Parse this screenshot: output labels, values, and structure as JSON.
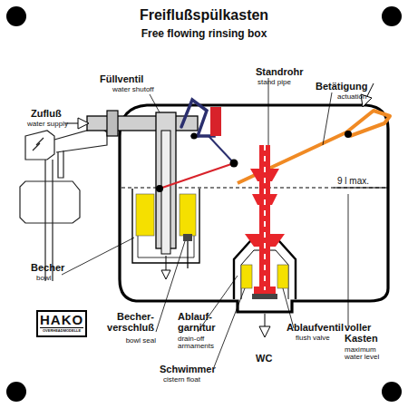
{
  "diagram": {
    "title": "Freiflußspülkasten",
    "nodes": [
      {
        "text": [
          "HAKO",
          "OVERHEADMODELLE"
        ]
      }
    ],
    "labels": [
      "Free flowing rinsing box",
      "Füllventil",
      "water shutoff",
      "Zufluß",
      "water supply",
      "Standrohr",
      "stand pipe",
      "Betätigung",
      "actuation",
      "9 l max.",
      "Becher",
      "bowl",
      "Becher- verschluß",
      "bowl seal",
      "Ablauf- garnitur",
      "drain-off armaments",
      "Schwimmer",
      "cistern float",
      "WC",
      "Ablaufventil",
      "flush valve",
      "voller Kasten",
      "maximum water level"
    ]
  }
}
